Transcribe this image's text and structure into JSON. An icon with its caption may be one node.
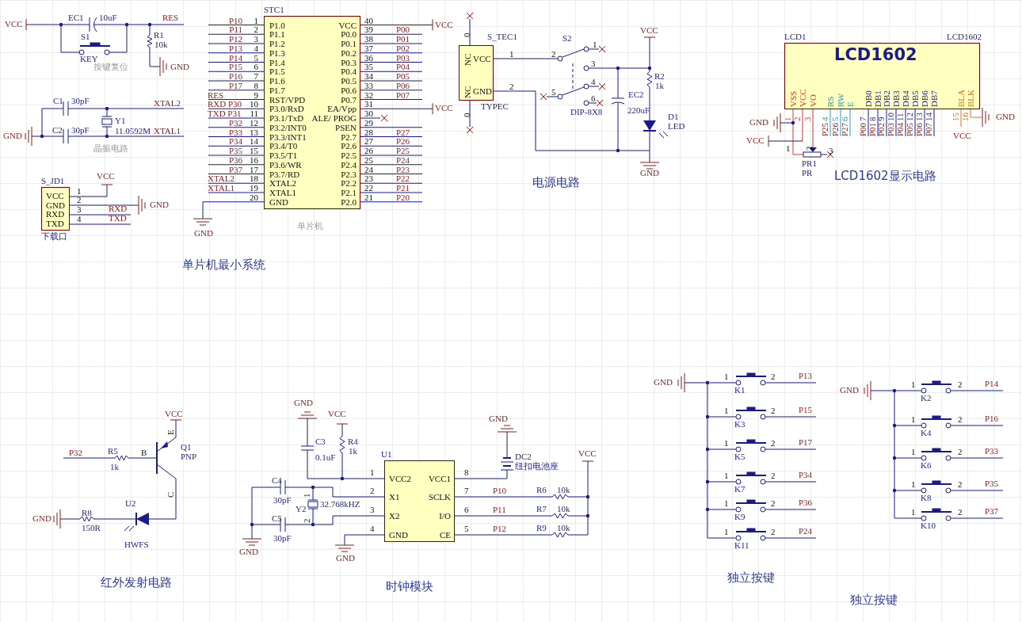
{
  "diagram": {
    "nodes": [
      {
        "text": [
          "VCC",
          "GND",
          "RXD",
          "TXD"
        ],
        "beside": [
          "S_JD1",
          "下载口"
        ]
      },
      {
        "text": [
          "P1.0",
          "P1.1",
          "P1.2",
          "P1.3",
          "P1.4",
          "P1.5",
          "P1.6",
          "P1.7",
          "RST/VPD",
          "P3.0/RxD",
          "P3.1/TxD",
          "P3.2/INT0",
          "P3.3/INT1",
          "P3.4/T0",
          "P3.5/T1",
          "P3.6/WR",
          "P3.7/RD",
          "XTAL2",
          "XTAL1",
          "GND",
          "VCC",
          "P0.0",
          "P0.1",
          "P0.2",
          "P0.3",
          "P0.4",
          "P0.5",
          "P0.6",
          "P0.7",
          "EA/Vpp",
          "ALE/ PROG",
          "PSEN",
          "P2.7",
          "P2.6",
          "P2.5",
          "P2.4",
          "P2.3",
          "P2.2",
          "P2.1",
          "P2.0"
        ],
        "beside": [
          "STC1",
          "单片机"
        ]
      },
      {
        "text": [
          "NC",
          "VCC",
          "NC",
          "GND"
        ],
        "beside": [
          "S_TEC1",
          "TYPEC"
        ]
      },
      {
        "text": [
          "LCD1602",
          "VSS",
          "VCC",
          "VO",
          "RS",
          "RW",
          "E",
          "DB0",
          "DB1",
          "DB2",
          "DB3",
          "DB4",
          "DB5",
          "DB6",
          "DB7",
          "BLA",
          "BLK"
        ],
        "beside": [
          "LCD1",
          "LCD1602"
        ]
      },
      {
        "text": [
          "VCC2",
          "X1",
          "X2",
          "GND",
          "VCC1",
          "SCLK",
          "I/O",
          "CE"
        ],
        "beside": [
          "U1"
        ]
      }
    ],
    "labels": [
      "VCC",
      "EC1",
      "10uF",
      "RES",
      "S1",
      "R1",
      "10k",
      "KEY",
      "按键复位",
      "GND",
      "C1",
      "30pF",
      "XTAL2",
      "Y1",
      "11.0592M",
      "GND",
      "C2",
      "30pF",
      "XTAL1",
      "晶振电路",
      "VCC",
      "1",
      "2",
      "GND",
      "3",
      "RXD",
      "4",
      "TXD",
      "单片机最小系统",
      "P10",
      "1",
      "40",
      "VCC",
      "P11",
      "2",
      "39",
      "P00",
      "P12",
      "3",
      "38",
      "P01",
      "P13",
      "4",
      "37",
      "P02",
      "P14",
      "5",
      "36",
      "P03",
      "P15",
      "6",
      "35",
      "P04",
      "P16",
      "7",
      "34",
      "P05",
      "P17",
      "8",
      "33",
      "P06",
      "RES",
      "9",
      "32",
      "P07",
      "RXD P30",
      "10",
      "31",
      "VCC",
      "TXD P31",
      "11",
      "30",
      "P32",
      "12",
      "29",
      "P33",
      "13",
      "28",
      "P27",
      "P34",
      "14",
      "27",
      "P26",
      "P35",
      "15",
      "26",
      "P25",
      "P36",
      "16",
      "25",
      "P24",
      "P37",
      "17",
      "24",
      "P23",
      "XTAL2",
      "18",
      "23",
      "P22",
      "XTAL1",
      "19",
      "22",
      "P21",
      "20",
      "21",
      "P20",
      "GND",
      "0",
      "0",
      "1",
      "2",
      "S2",
      "1",
      "2",
      "3",
      "4",
      "5",
      "6",
      "DIP-8X8",
      "VCC",
      "R2",
      "1k",
      "EC2",
      "220uF",
      "D1",
      "LED",
      "GND",
      "电源电路",
      "1",
      "2",
      "3",
      "4",
      "5",
      "6",
      "7",
      "8",
      "9",
      "10",
      "11",
      "12",
      "13",
      "14",
      "15",
      "16",
      "P25",
      "P26",
      "P27",
      "P00",
      "P01",
      "P02",
      "P03",
      "P04",
      "P05",
      "P06",
      "P07",
      "GND",
      "VCC",
      "2",
      "1",
      "3",
      "PR1",
      "PR",
      "GND",
      "VCC",
      "LCD1602显示电路",
      "VCC",
      "E",
      "Q1",
      "PNP",
      "P32",
      "R5",
      "B",
      "1k",
      "C",
      "U2",
      "GND",
      "R8",
      "150R",
      "HWFS",
      "红外发射电路",
      "GND",
      "VCC",
      "C3",
      "R4",
      "0.1uF",
      "1k",
      "1",
      "2",
      "3",
      "4",
      "C4",
      "1",
      "30pF",
      "Y2",
      "32.768kHZ",
      "C5",
      "2",
      "30pF",
      "GND",
      "GND",
      "8",
      "7",
      "6",
      "5",
      "GND",
      "DC2",
      "纽扣电池座",
      "VCC",
      "P10",
      "R6",
      "10k",
      "P11",
      "R7",
      "10k",
      "P12",
      "R9",
      "10k",
      "时钟模块",
      "GND",
      "1",
      "2",
      "P13",
      "K1",
      "1",
      "2",
      "P15",
      "K3",
      "1",
      "2",
      "P17",
      "K5",
      "1",
      "2",
      "P34",
      "K7",
      "1",
      "2",
      "P36",
      "K9",
      "1",
      "2",
      "P24",
      "K11",
      "GND",
      "1",
      "2",
      "P14",
      "K2",
      "1",
      "2",
      "P16",
      "K4",
      "1",
      "2",
      "P33",
      "K6",
      "1",
      "2",
      "P35",
      "K8",
      "1",
      "2",
      "P37",
      "K10",
      "独立按键",
      "独立按键"
    ]
  }
}
